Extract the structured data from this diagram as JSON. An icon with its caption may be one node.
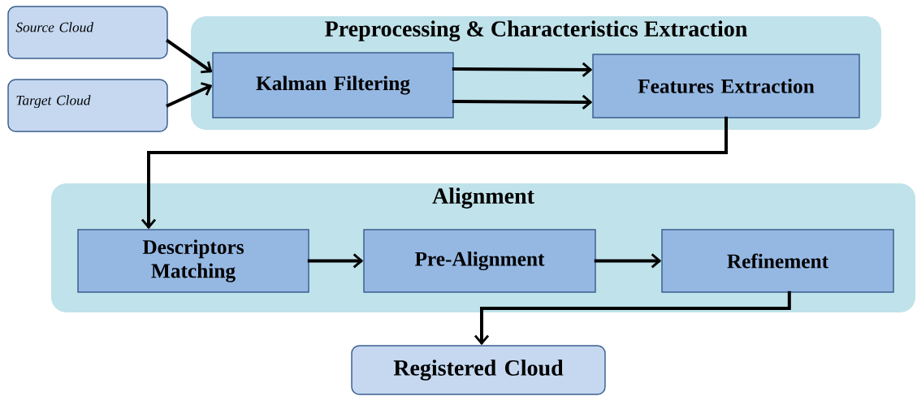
{
  "diagram": {
    "nodes": [
      {
        "text": [
          "Source Cloud"
        ]
      },
      {
        "text": [
          "Target Cloud"
        ]
      },
      {
        "text": [
          "Preprocessing & Characteristics Extraction"
        ]
      },
      {
        "text": [
          "Kalman Filtering"
        ],
        "in": 2
      },
      {
        "text": [
          "Features Extraction"
        ],
        "in": 2
      },
      {
        "text": [
          "Alignment"
        ]
      },
      {
        "text": [
          "Descriptors Matching"
        ],
        "in": 5
      },
      {
        "text": [
          "Pre-Alignment"
        ],
        "in": 5
      },
      {
        "text": [
          "Refinement"
        ],
        "in": 5
      },
      {
        "text": [
          "Registered Cloud"
        ]
      }
    ],
    "edges": [
      {
        "from": 0,
        "to": 3,
        "arrow": "to"
      },
      {
        "from": 1,
        "to": 3,
        "arrow": "to"
      },
      {
        "from": 3,
        "to": 4,
        "arrow": "to"
      },
      {
        "from": 3,
        "to": 4,
        "arrow": "to"
      },
      {
        "from": 4,
        "to": 6,
        "arrow": "to"
      },
      {
        "from": 6,
        "to": 7,
        "arrow": "to"
      },
      {
        "from": 7,
        "to": 8,
        "arrow": "to"
      },
      {
        "from": 8,
        "to": 9,
        "arrow": "to"
      }
    ]
  }
}
